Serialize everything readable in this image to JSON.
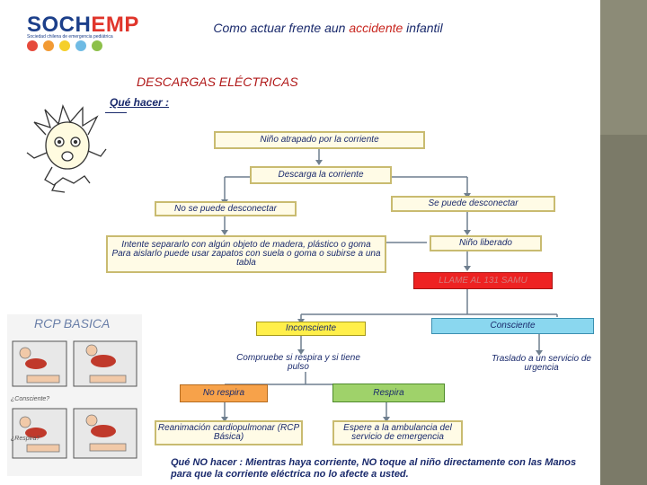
{
  "logo": {
    "part1": "SOCH",
    "part2": "EMP",
    "subtitle": "Sociedad chilena de emergencia pediátrica"
  },
  "header": {
    "title_before": "Como actuar frente aun ",
    "title_accent": "accidente",
    "title_after": " infantil"
  },
  "section_title": "DESCARGAS ELÉCTRICAS",
  "subheading": "Qué hacer :",
  "flow": {
    "atrapado": "Niño atrapado por la corriente",
    "descarga": "Descarga la corriente",
    "no_desconectar": "No se puede desconectar",
    "si_desconectar": "Se puede desconectar",
    "intente": "Intente separarlo con algún objeto de madera, plástico o goma Para aislarlo puede usar zapatos con suela o goma o subirse a una tabla",
    "liberado": "Niño liberado",
    "llame": "LLAME AL 131 SAMU",
    "inconsciente": "Inconsciente",
    "consciente": "Consciente",
    "compruebe": "Compruebe si respira y si tiene pulso",
    "traslado": "Traslado a un servicio de urgencia",
    "no_respira": "No respira",
    "respira": "Respira",
    "reanimacion": "Reanimación cardiopulmonar (RCP Básica)",
    "espere": "Espere a la ambulancia del servicio de emergencia"
  },
  "rcp_panel": {
    "title": "RCP BASICA",
    "label1": "¿Consciente?",
    "label2": "¿Respira?"
  },
  "bottom_note": "Qué NO hacer : Mientras haya corriente, NO toque al niño directamente con las Manos para que la corriente eléctrica no lo afecte a usted.",
  "colors": {
    "cream": "#fffbe6",
    "yellow": "#ffef4a",
    "orange": "#f7a24a",
    "green": "#9fd26a",
    "cyan": "#8ad7ef",
    "red": "#ee2222",
    "sidebar": "#7b7a68"
  }
}
